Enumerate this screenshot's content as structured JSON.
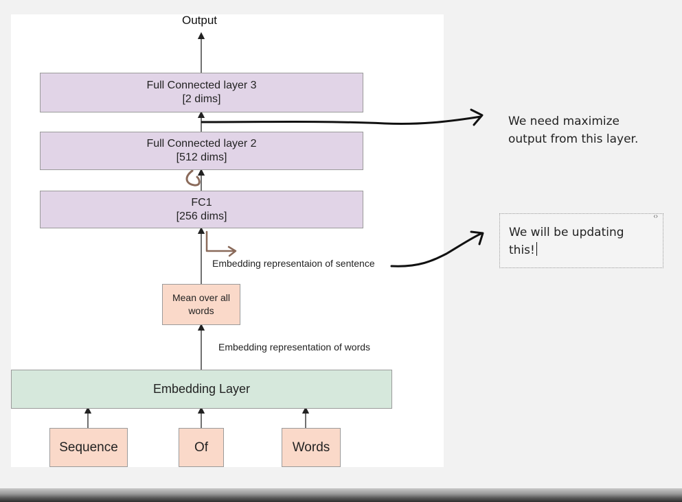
{
  "diagram": {
    "output_label": "Output",
    "fc3": {
      "title": "Full Connected layer 3",
      "dims": "[2 dims]"
    },
    "fc2": {
      "title": "Full Connected layer 2",
      "dims": "[512 dims]"
    },
    "fc1": {
      "title": "FC1",
      "dims": "[256 dims]"
    },
    "sentence_label": "Embedding representaion of sentence",
    "mean_box": "Mean over all words",
    "words_label": "Embedding representation of words",
    "embedding_layer": "Embedding Layer",
    "tokens": [
      "Sequence",
      "Of",
      "Words"
    ]
  },
  "annotations": {
    "note1": "We need maximize output from this layer.",
    "note2": "We will be updating this!",
    "note2_handle": "‹›"
  },
  "colors": {
    "fc_fill": "#e1d4e7",
    "mean_fill": "#fad9c9",
    "embedding_fill": "#d6e8dc",
    "token_fill": "#fad9c9",
    "ink": "#111111",
    "pen_brown": "#8a6a5a"
  }
}
